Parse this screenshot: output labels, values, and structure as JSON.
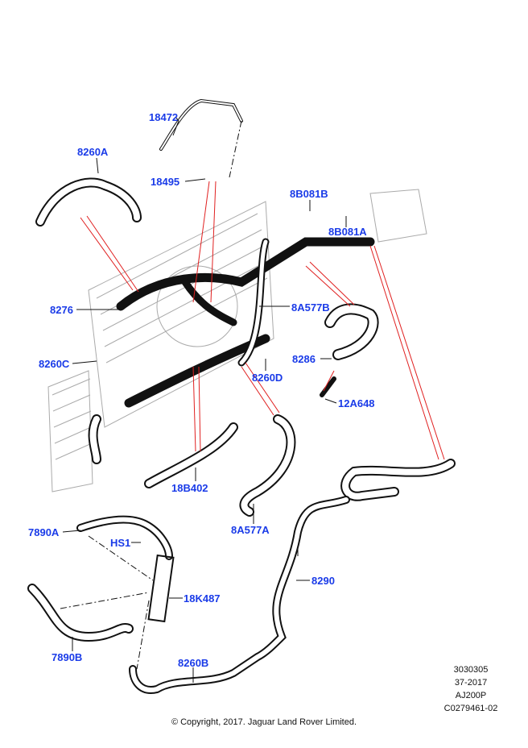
{
  "diagram": {
    "callouts": [
      "18472",
      "8260A",
      "18495",
      "8B081B",
      "8B081A",
      "8276",
      "8A577B",
      "8260C",
      "8286",
      "8260D",
      "12A648",
      "18B402",
      "8A577A",
      "7890A",
      "HS1",
      "18K487",
      "8290",
      "7890B",
      "8260B"
    ],
    "colors": {
      "callout_text": "#1a3be8",
      "leader_line": "#e02020",
      "hose": "#111111"
    }
  },
  "meta": {
    "lines": [
      "3030305",
      "37-2017",
      "AJ200P",
      "C0279461-02"
    ]
  },
  "copyright": "© Copyright, 2017. Jaguar Land Rover Limited."
}
